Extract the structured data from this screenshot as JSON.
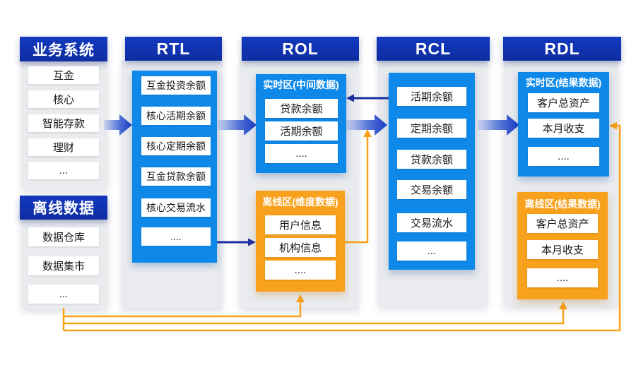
{
  "colors": {
    "header_navy": "#0e2da1",
    "panel_blue": "#0f89e9",
    "panel_orange": "#f8a11c",
    "column_gray": "#e9ebee",
    "arrow_navy": "#1b2f9e",
    "arrow_orange": "#f9a11b",
    "arrow_gradient_start": "#cdd7f0",
    "arrow_gradient_end": "#1c3bc4"
  },
  "business_system": {
    "header": "业务系统",
    "items": [
      "互金",
      "核心",
      "智能存款",
      "理财",
      "..."
    ]
  },
  "offline_data": {
    "header": "离线数据",
    "items": [
      "数据仓库",
      "数据集市",
      "..."
    ]
  },
  "rtl": {
    "header": "RTL",
    "items": [
      "互金投资余额",
      "核心活期余额",
      "核心定期余额",
      "互金贷款余额",
      "核心交易流水",
      "...."
    ]
  },
  "rol": {
    "header": "ROL",
    "realtime_zone": {
      "title": "实时区(中间数据)",
      "items": [
        "贷款余额",
        "活期余额",
        "...."
      ]
    },
    "offline_zone": {
      "title": "离线区(维度数据)",
      "items": [
        "用户信息",
        "机构信息",
        "...."
      ]
    }
  },
  "rcl": {
    "header": "RCL",
    "items": [
      "活期余额",
      "定期余额",
      "贷款余额",
      "交易余额",
      "交易流水",
      "..."
    ]
  },
  "rdl": {
    "header": "RDL",
    "realtime_zone": {
      "title": "实时区(结果数据)",
      "items": [
        "客户总资产",
        "本月收支",
        "...."
      ]
    },
    "offline_zone": {
      "title": "离线区(结果数据)",
      "items": [
        "客户总资产",
        "本月收支",
        "...."
      ]
    }
  }
}
